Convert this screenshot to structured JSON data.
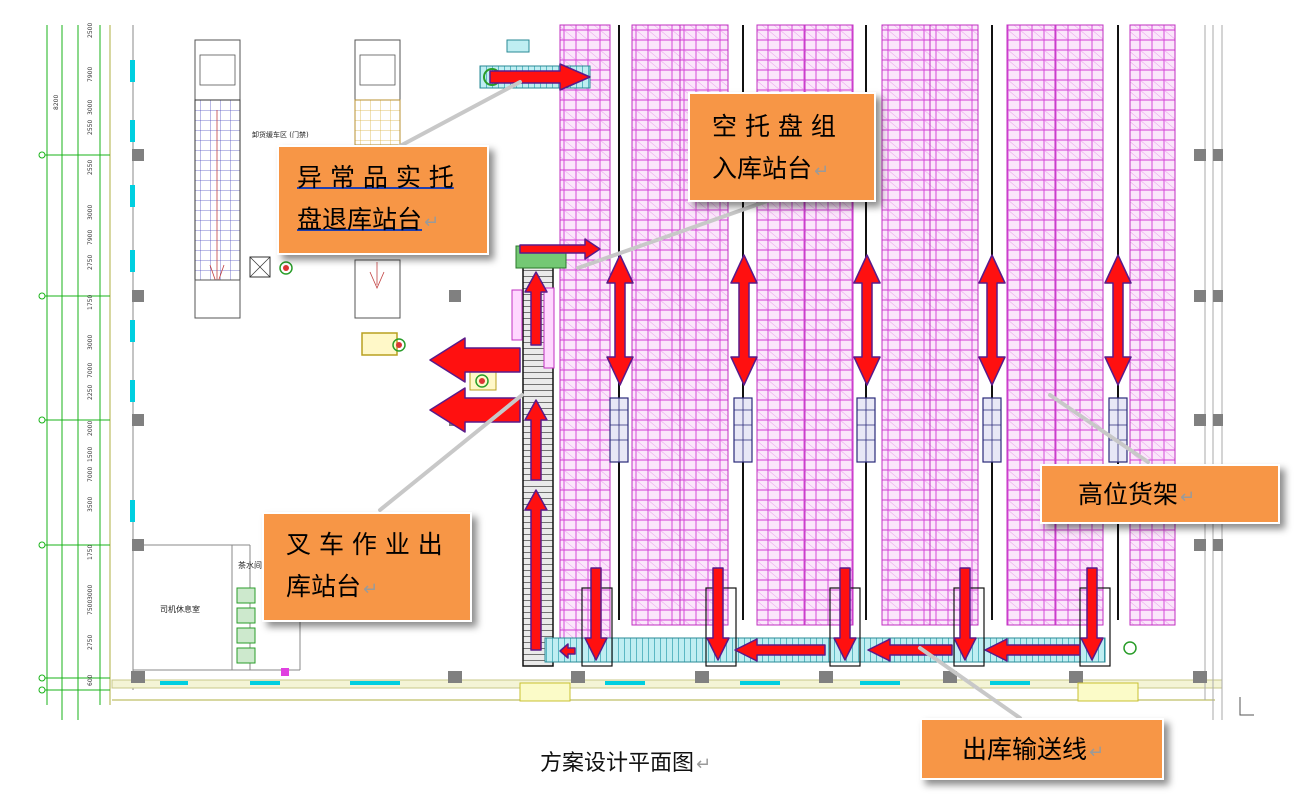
{
  "callouts": {
    "exception": {
      "line1": "异 常 品 实 托",
      "line2": "盘退库站台"
    },
    "empty_pallet": {
      "line1": "空 托 盘 组",
      "line2": "入库站台"
    },
    "forklift": {
      "line1": "叉 车 作 业 出",
      "line2": "库站台"
    },
    "high_rack": {
      "line1": "高位货架"
    },
    "outbound": {
      "line1": "出库输送线"
    }
  },
  "caption": "方案设计平面图",
  "dims": {
    "left_column": [
      "2500",
      "7900",
      "3000",
      "2550",
      "2550",
      "3000",
      "7900",
      "2750",
      "1750",
      "3000",
      "7000",
      "2250",
      "2000",
      "1500",
      "7000",
      "3500",
      "1750",
      "3000",
      "7500",
      "2750",
      "600"
    ],
    "outer_left": "8200"
  },
  "room_labels": {
    "unload": "卸货缓车区 (门禁)",
    "tea": "茶水间",
    "driver": "司机休息室"
  },
  "colors": {
    "callout": "#f79646",
    "rack": "#d33ad6",
    "arrow": "#ff1010",
    "conveyor": "#3aa7b5",
    "column_fill": "#808080",
    "grid_green": "#19b319",
    "wall": "#d7d7a0"
  }
}
